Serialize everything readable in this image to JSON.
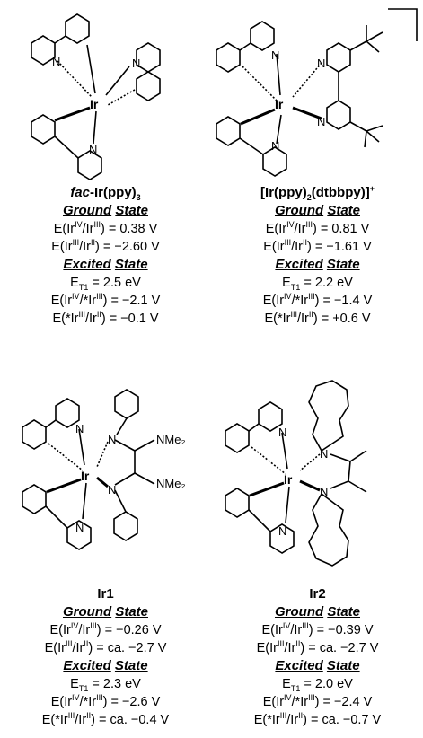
{
  "compounds": [
    {
      "id": "c1",
      "name_prefix": "fac",
      "name_main": "-Ir(ppy)",
      "name_sub": "3",
      "name_sup": "",
      "ground_label_a": "Ground",
      "ground_label_b": "State",
      "excited_label_a": "Excited",
      "excited_label_b": "State",
      "g1": {
        "pre": "E(Ir",
        "s1": "IV",
        "mid": "/Ir",
        "s2": "III",
        "post": ") = 0.38 V"
      },
      "g2": {
        "pre": "E(Ir",
        "s1": "III",
        "mid": "/Ir",
        "s2": "II",
        "post": ") = −2.60 V"
      },
      "et": {
        "pre": "E",
        "sub": "T1",
        "post": " = 2.5 eV"
      },
      "e1": {
        "pre": "E(Ir",
        "s1": "IV",
        "mid": "/*Ir",
        "s2": "III",
        "post": ") = −2.1 V"
      },
      "e2": {
        "pre": "E(*Ir",
        "s1": "III",
        "mid": "/Ir",
        "s2": "II",
        "post": ") = −0.1 V"
      }
    },
    {
      "id": "c2",
      "name_prefix": "",
      "name_main": "[Ir(ppy)",
      "name_sub": "2",
      "name_main2": "(dtbbpy)]",
      "name_sup": "+",
      "ground_label_a": "Ground",
      "ground_label_b": "State",
      "excited_label_a": "Excited",
      "excited_label_b": "State",
      "g1": {
        "pre": "E(Ir",
        "s1": "IV",
        "mid": "/Ir",
        "s2": "III",
        "post": ") = 0.81 V"
      },
      "g2": {
        "pre": "E(Ir",
        "s1": "III",
        "mid": "/Ir",
        "s2": "II",
        "post": ") = −1.61 V"
      },
      "et": {
        "pre": "E",
        "sub": "T1",
        "post": " = 2.2 eV"
      },
      "e1": {
        "pre": "E(Ir",
        "s1": "IV",
        "mid": "/*Ir",
        "s2": "III",
        "post": ") = −1.4 V"
      },
      "e2": {
        "pre": "E(*Ir",
        "s1": "III",
        "mid": "/Ir",
        "s2": "II",
        "post": ") = +0.6 V"
      }
    },
    {
      "id": "c3",
      "name_main": "Ir1",
      "ground_label_a": "Ground",
      "ground_label_b": "State",
      "excited_label_a": "Excited",
      "excited_label_b": "State",
      "g1": {
        "pre": "E(Ir",
        "s1": "IV",
        "mid": "/Ir",
        "s2": "III",
        "post": ") = −0.26 V"
      },
      "g2": {
        "pre": "E(Ir",
        "s1": "III",
        "mid": "/Ir",
        "s2": "II",
        "post": ") = ca. −2.7 V"
      },
      "et": {
        "pre": "E",
        "sub": "T1",
        "post": " = 2.3 eV"
      },
      "e1": {
        "pre": "E(Ir",
        "s1": "IV",
        "mid": "/*Ir",
        "s2": "III",
        "post": ") = −2.6 V"
      },
      "e2": {
        "pre": "E(*Ir",
        "s1": "III",
        "mid": "/Ir",
        "s2": "II",
        "post": ") = ca. −0.4 V"
      }
    },
    {
      "id": "c4",
      "name_main": "Ir2",
      "ground_label_a": "Ground",
      "ground_label_b": "State",
      "excited_label_a": "Excited",
      "excited_label_b": "State",
      "g1": {
        "pre": "E(Ir",
        "s1": "IV",
        "mid": "/Ir",
        "s2": "III",
        "post": ") = −0.39 V"
      },
      "g2": {
        "pre": "E(Ir",
        "s1": "III",
        "mid": "/Ir",
        "s2": "II",
        "post": ") = ca. −2.7 V"
      },
      "et": {
        "pre": "E",
        "sub": "T1",
        "post": " = 2.0 eV"
      },
      "e1": {
        "pre": "E(Ir",
        "s1": "IV",
        "mid": "/*Ir",
        "s2": "III",
        "post": ") = −2.4 V"
      },
      "e2": {
        "pre": "E(*Ir",
        "s1": "III",
        "mid": "/Ir",
        "s2": "II",
        "post": ") = ca. −0.7 V"
      }
    }
  ],
  "atoms": {
    "ir": "Ir",
    "n": "N",
    "nme2": "NMe₂"
  }
}
